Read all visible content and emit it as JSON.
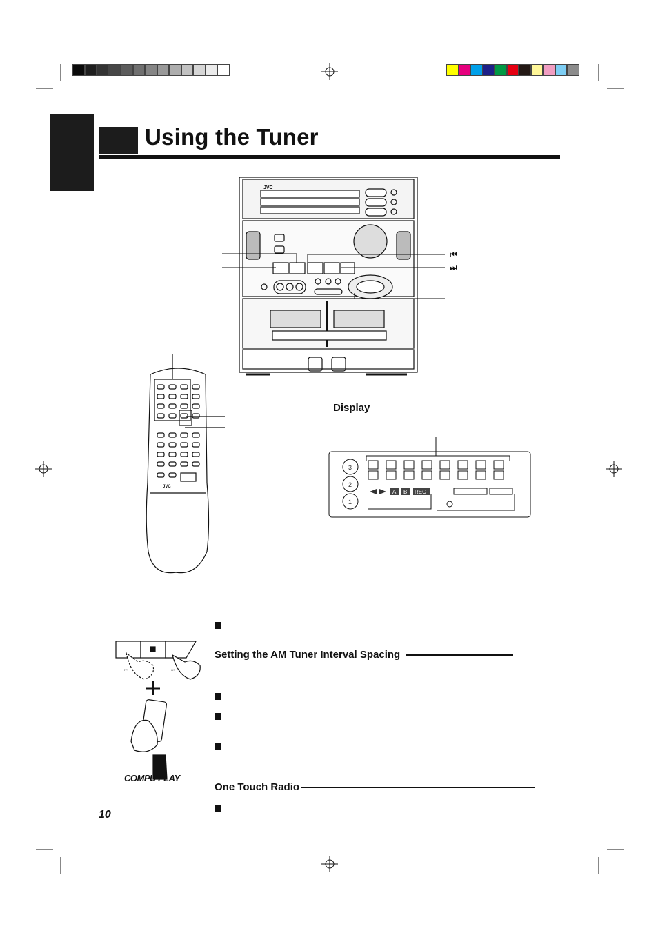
{
  "page": {
    "title": "Using the Tuner",
    "page_number": "10"
  },
  "figure": {
    "brand": "JVC",
    "display_label": "Display",
    "symbol_prev": "⏮",
    "symbol_next": "⏭",
    "remote_brand": "JVC",
    "compu_play": "COMPU PLAY",
    "display_tags": [
      "A",
      "B",
      "REC"
    ],
    "disc_numbers": [
      "3",
      "2",
      "1"
    ]
  },
  "sections": [
    {
      "heading": "Setting the AM Tuner Interval Spacing"
    },
    {
      "heading": "One Touch Radio"
    }
  ],
  "colors": {
    "grayscale": [
      "#0a0a0a",
      "#1e1e1e",
      "#333333",
      "#474747",
      "#5c5c5c",
      "#707070",
      "#858585",
      "#999999",
      "#adadad",
      "#c2c2c2",
      "#d6d6d6",
      "#ebebeb",
      "#ffffff"
    ],
    "colorbar": [
      "#ffff00",
      "#e6007e",
      "#00a0e9",
      "#1d2088",
      "#009944",
      "#e60012",
      "#231815",
      "#fff799",
      "#f19ec2",
      "#7ecef4",
      "#8c8c8c"
    ]
  }
}
